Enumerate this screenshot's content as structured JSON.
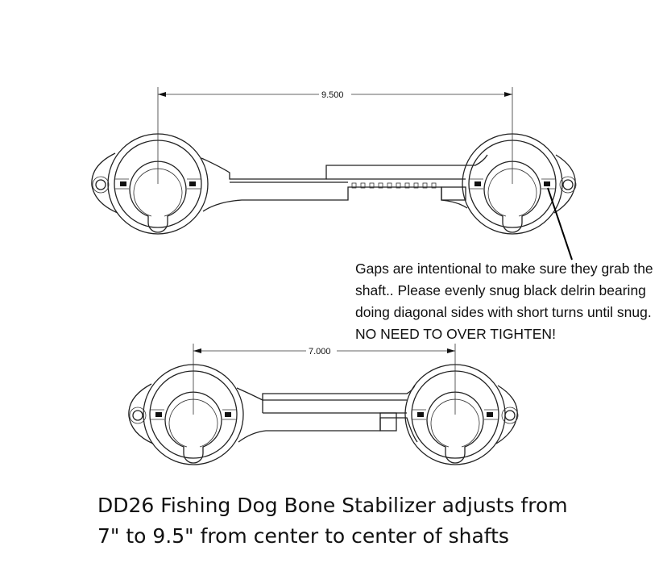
{
  "dimensions": {
    "top": "9.500",
    "bottom": "7.000"
  },
  "note_lines": [
    "Gaps are intentional to make sure they grab the",
    "shaft..  Please evenly snug black delrin bearing",
    "doing diagonal sides with short turns until snug.",
    "NO NEED TO OVER TIGHTEN!"
  ],
  "caption_lines": [
    "DD26 Fishing Dog Bone Stabilizer adjusts from",
    "7\" to 9.5\" from center to center of shafts"
  ]
}
